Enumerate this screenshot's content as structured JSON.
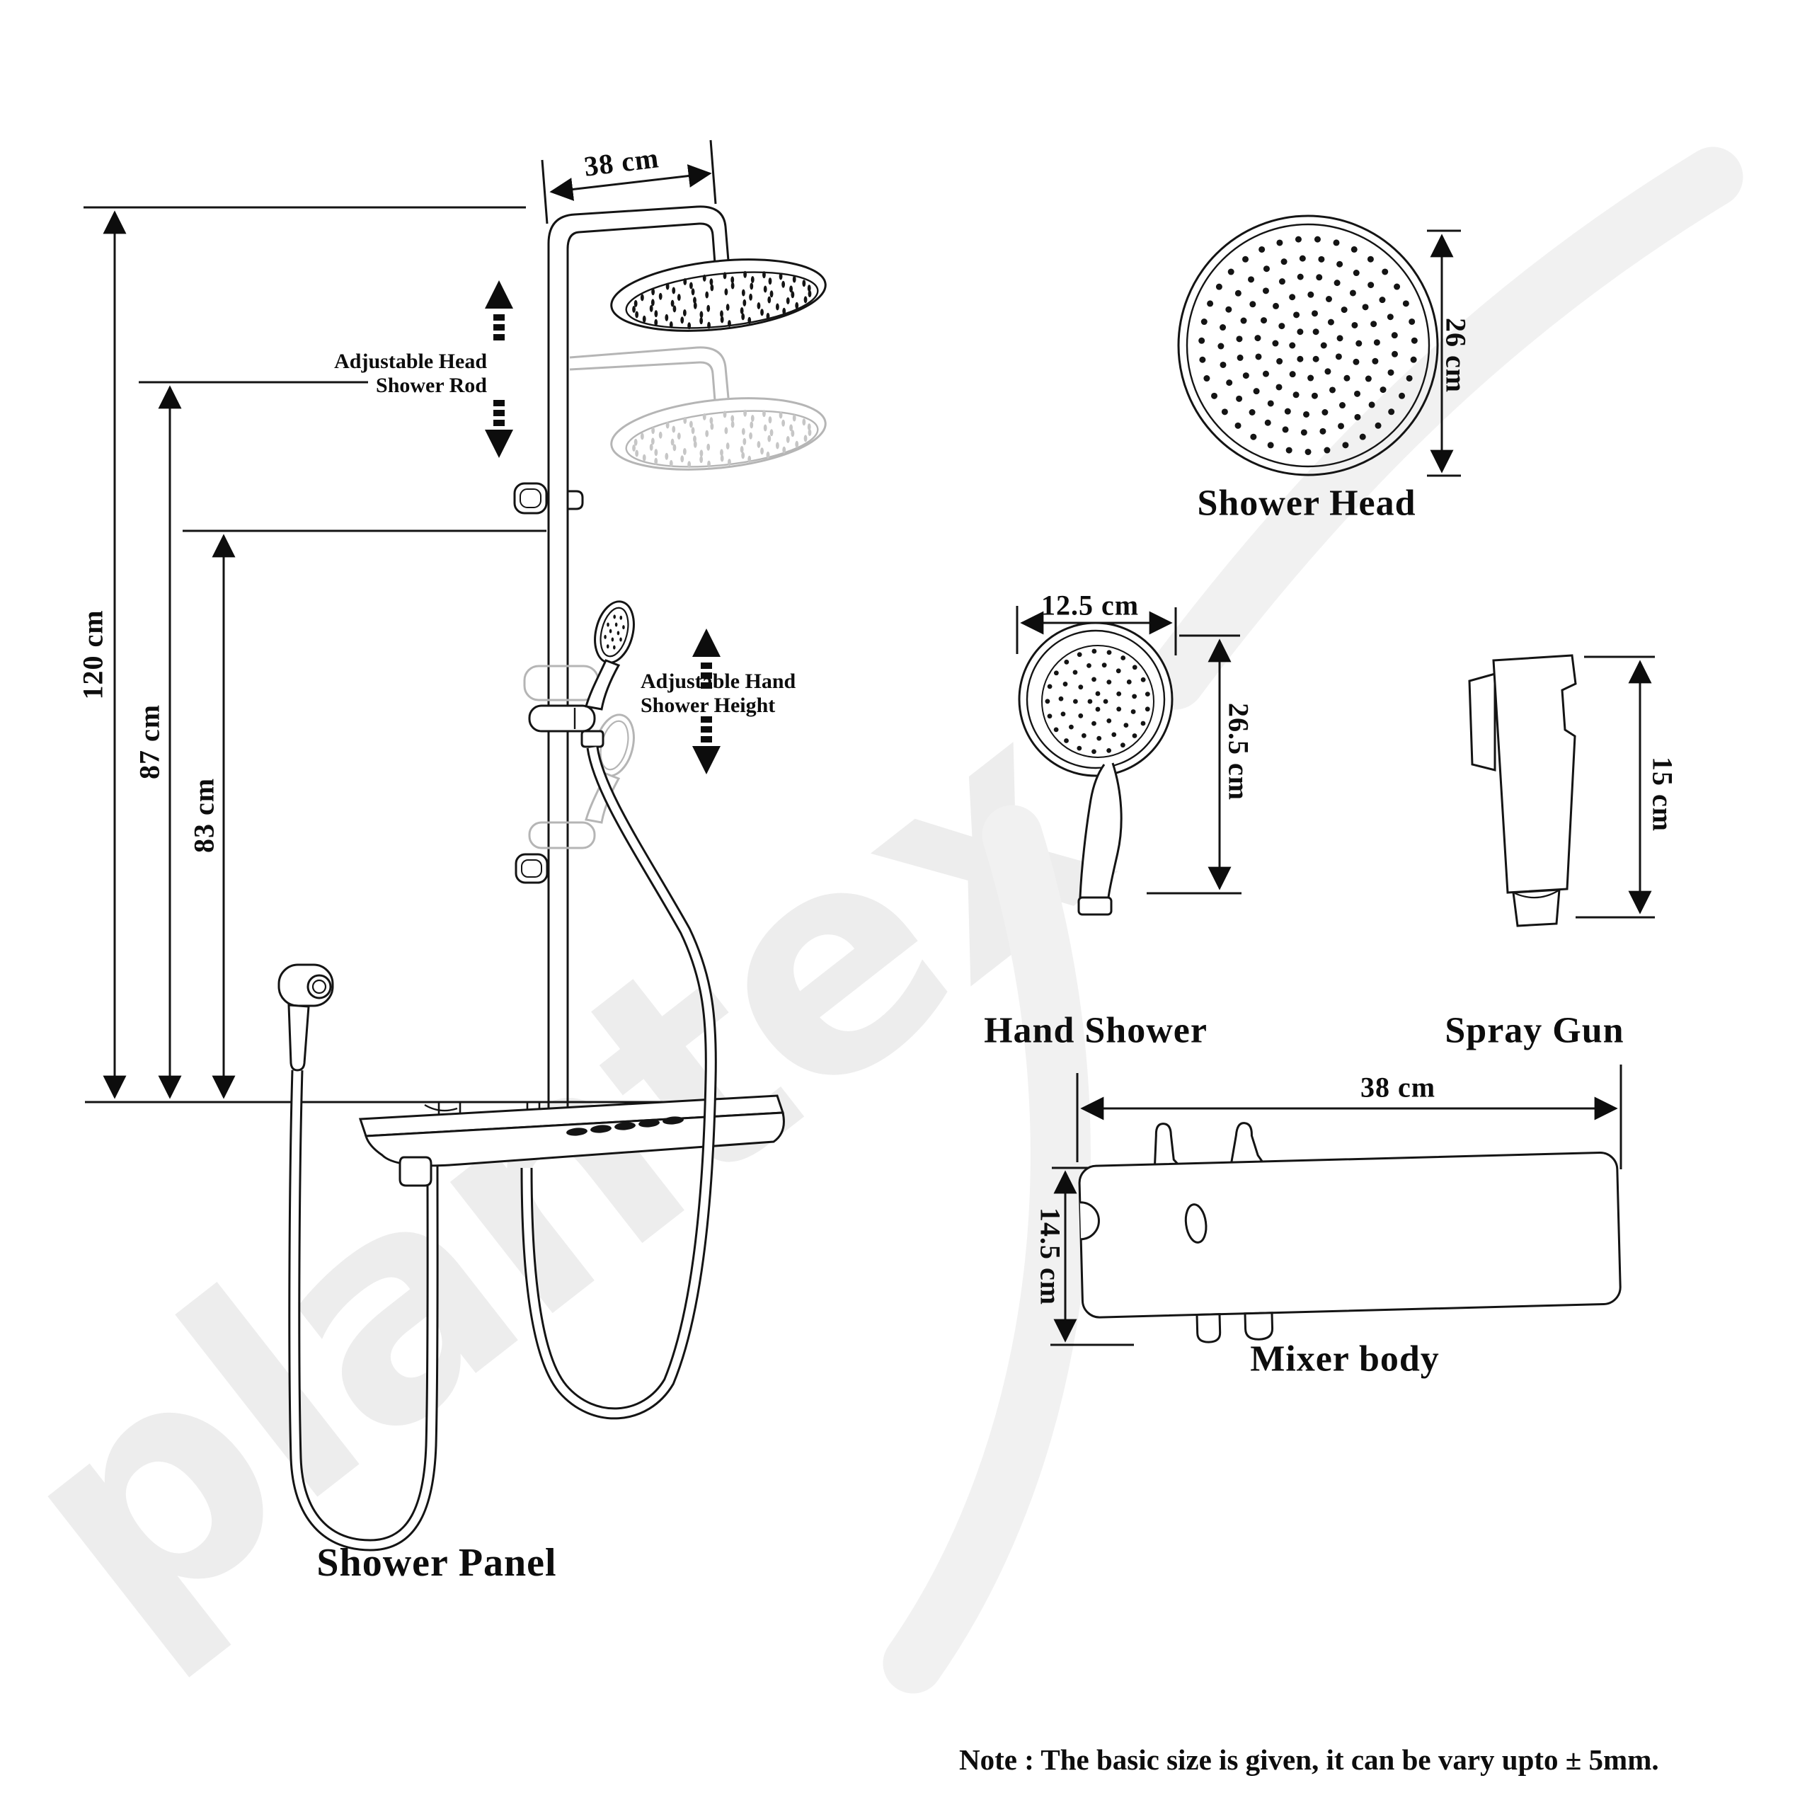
{
  "watermark": {
    "text": "plantex",
    "color": "#ededed"
  },
  "shower_panel": {
    "label": "Shower Panel",
    "dim_120": "120 cm",
    "dim_87": "87 cm",
    "dim_83": "83 cm",
    "dim_rod": "38 cm",
    "ann_head_line1": "Adjustable Head",
    "ann_head_line2": "Shower Rod",
    "ann_hand_line1": "Adjustable Hand",
    "ann_hand_line2": "Shower Height"
  },
  "shower_head": {
    "label": "Shower Head",
    "dim_diameter": "26 cm"
  },
  "hand_shower": {
    "label": "Hand Shower",
    "dim_width": "12.5 cm",
    "dim_height": "26.5 cm"
  },
  "spray_gun": {
    "label": "Spray Gun",
    "dim_height": "15 cm"
  },
  "mixer_body": {
    "label": "Mixer body",
    "dim_width": "38 cm",
    "dim_height": "14.5 cm"
  },
  "note": {
    "text": "Note : The basic size is given, it can be vary upto ± 5mm."
  },
  "colors": {
    "ink": "#111111",
    "ghost": "#b5b5b5",
    "watermark": "#ededed"
  }
}
